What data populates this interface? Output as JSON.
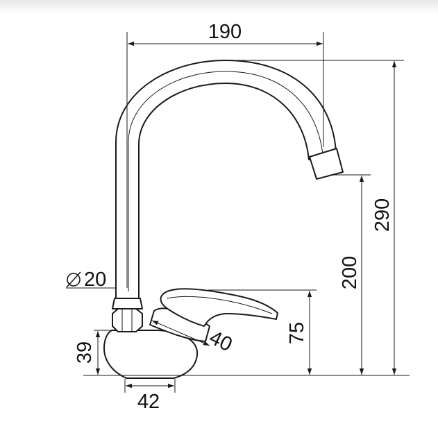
{
  "dimensions": {
    "spout_reach": "190",
    "total_height": "290",
    "spout_height": "200",
    "spout_diameter": "20",
    "handle_height": "75",
    "handle_length": "40",
    "body_height": "39",
    "base_diameter": "42"
  },
  "colors": {
    "line": "#1a1a1a",
    "background": "#ffffff"
  },
  "icons": {
    "diameter_symbol": "diameter-symbol-icon"
  }
}
